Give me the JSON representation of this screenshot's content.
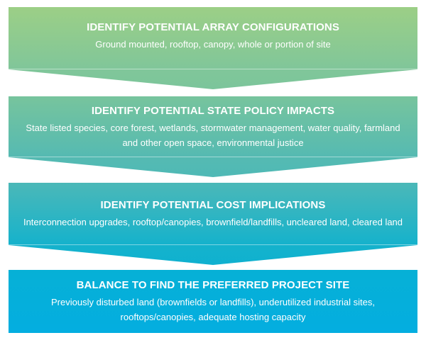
{
  "diagram": {
    "type": "process-flow",
    "direction": "top-to-bottom",
    "steps": [
      {
        "title": "IDENTIFY POTENTIAL ARRAY CONFIGURATIONS",
        "description": "Ground mounted, rooftop, canopy, whole or portion of site",
        "color_top": "#9ccf86",
        "color_bottom": "#80c69a"
      },
      {
        "title": "IDENTIFY POTENTIAL STATE POLICY IMPACTS",
        "description": "State listed species, core forest, wetlands, stormwater management, water quality, farmland and other open space, environmental justice",
        "color_top": "#77c49d",
        "color_bottom": "#55bab2"
      },
      {
        "title": "IDENTIFY POTENTIAL COST IMPLICATIONS",
        "description": "Interconnection upgrades, rooftop/canopies, brownfield/landfills, uncleared land, cleared land",
        "color_top": "#4bb8b8",
        "color_bottom": "#15b2cc"
      },
      {
        "title": "BALANCE TO FIND THE PREFERRED PROJECT SITE",
        "description": "Previously disturbed land (brownfields or landfills), underutilized industrial sites, rooftops/canopies, adequate hosting capacity",
        "color_top": "#06b0d6",
        "color_bottom": "#04aee0"
      }
    ]
  }
}
